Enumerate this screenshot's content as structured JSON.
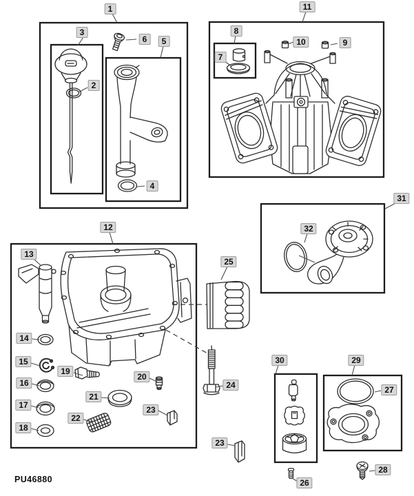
{
  "diagram": {
    "watermark": "PU46880",
    "callouts": [
      {
        "number": "1"
      },
      {
        "number": "3"
      },
      {
        "number": "6"
      },
      {
        "number": "5"
      },
      {
        "number": "2"
      },
      {
        "number": "4"
      },
      {
        "number": "11"
      },
      {
        "number": "8"
      },
      {
        "number": "7"
      },
      {
        "number": "10"
      },
      {
        "number": "9"
      },
      {
        "number": "31"
      },
      {
        "number": "32"
      },
      {
        "number": "12"
      },
      {
        "number": "13"
      },
      {
        "number": "14"
      },
      {
        "number": "15"
      },
      {
        "number": "16"
      },
      {
        "number": "17"
      },
      {
        "number": "18"
      },
      {
        "number": "19"
      },
      {
        "number": "20"
      },
      {
        "number": "21"
      },
      {
        "number": "22"
      },
      {
        "number": "23"
      },
      {
        "number": "25"
      },
      {
        "number": "24"
      },
      {
        "number": "30"
      },
      {
        "number": "29"
      },
      {
        "number": "27"
      },
      {
        "number": "23"
      },
      {
        "number": "26"
      },
      {
        "number": "28"
      }
    ]
  },
  "colors": {
    "background": "#ffffff",
    "line": "#2b2b2b",
    "box_border": "#1c1c1c",
    "chip_bg": "#d8d8d8",
    "chip_border": "#9c9c9c",
    "chip_text": "#111111",
    "leader": "#4a4a4a"
  }
}
